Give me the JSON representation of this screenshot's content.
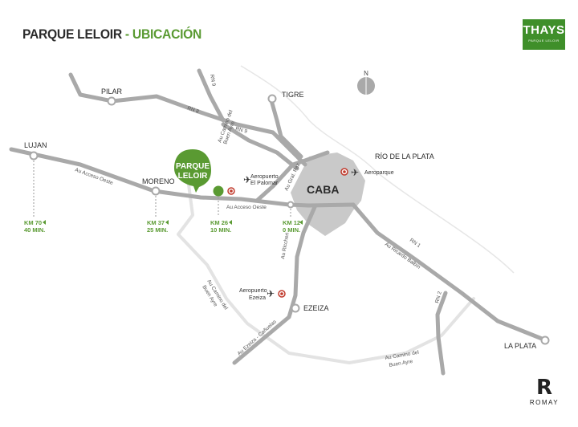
{
  "header": {
    "title_main": "PARQUE LELOIR",
    "title_sep": " - ",
    "title_sub": "UBICACIÓN"
  },
  "logos": {
    "thays": "THAYS",
    "thays_sub": "PARQUE LELOIR",
    "romay": "ROMAY",
    "romay_glyph": "R"
  },
  "compass": "N",
  "highlight": {
    "line1": "PARQUE",
    "line2": "LELOIR"
  },
  "places": {
    "pilar": "PILAR",
    "tigre": "TIGRE",
    "lujan": "LUJAN",
    "moreno": "MORENO",
    "caba": "CABA",
    "rio": "RÍO DE LA PLATA",
    "ezeiza": "EZEIZA",
    "laplata": "LA PLATA"
  },
  "roads": {
    "rn9_top": "RN 9",
    "rn8": "RN 8",
    "rn9": "RN 9",
    "camino_buen_ayre_1": "Au Camino del",
    "camino_buen_ayre_2": "Buen Ayre",
    "acceso_oeste_left": "Au Acceso Oeste",
    "acceso_oeste_right": "Au Acceso Oeste",
    "gral_paz": "Au Gral. Paz",
    "riccheri": "Au Riccheri",
    "rn1": "RN 1",
    "ricardo_balbin": "Au Ricardo Balbín",
    "rn2": "RN 2",
    "camino_buen_ayre_left": "Au Camino del",
    "camino_buen_ayre_left_2": "Buen Ayre",
    "ezeiza_canuelas": "Au Ezeiza - Cañuelas",
    "camino_buen_ayre_bottom_1": "Au Camino del",
    "camino_buen_ayre_bottom_2": "Buen Ayre"
  },
  "airports": {
    "palomar_1": "Aeropuerto",
    "palomar_2": "El Palomar",
    "aeroparque": "Aeroparque",
    "ezeiza_1": "Aeropuerto",
    "ezeiza_2": "Ezeiza"
  },
  "distances": {
    "km70": "KM 70",
    "min40": "40 MIN.",
    "km37": "KM 37",
    "min25": "25 MIN.",
    "km26": "KM 26",
    "min10": "10 MIN.",
    "km12": "KM 12",
    "min0": "0 MIN."
  },
  "colors": {
    "road": "#a9a9a9",
    "road_light": "#e3e3e3",
    "caba_fill": "#c9c9c9",
    "green": "#5a9a32",
    "airport_red": "#c0392b",
    "text": "#2b2b2b"
  }
}
